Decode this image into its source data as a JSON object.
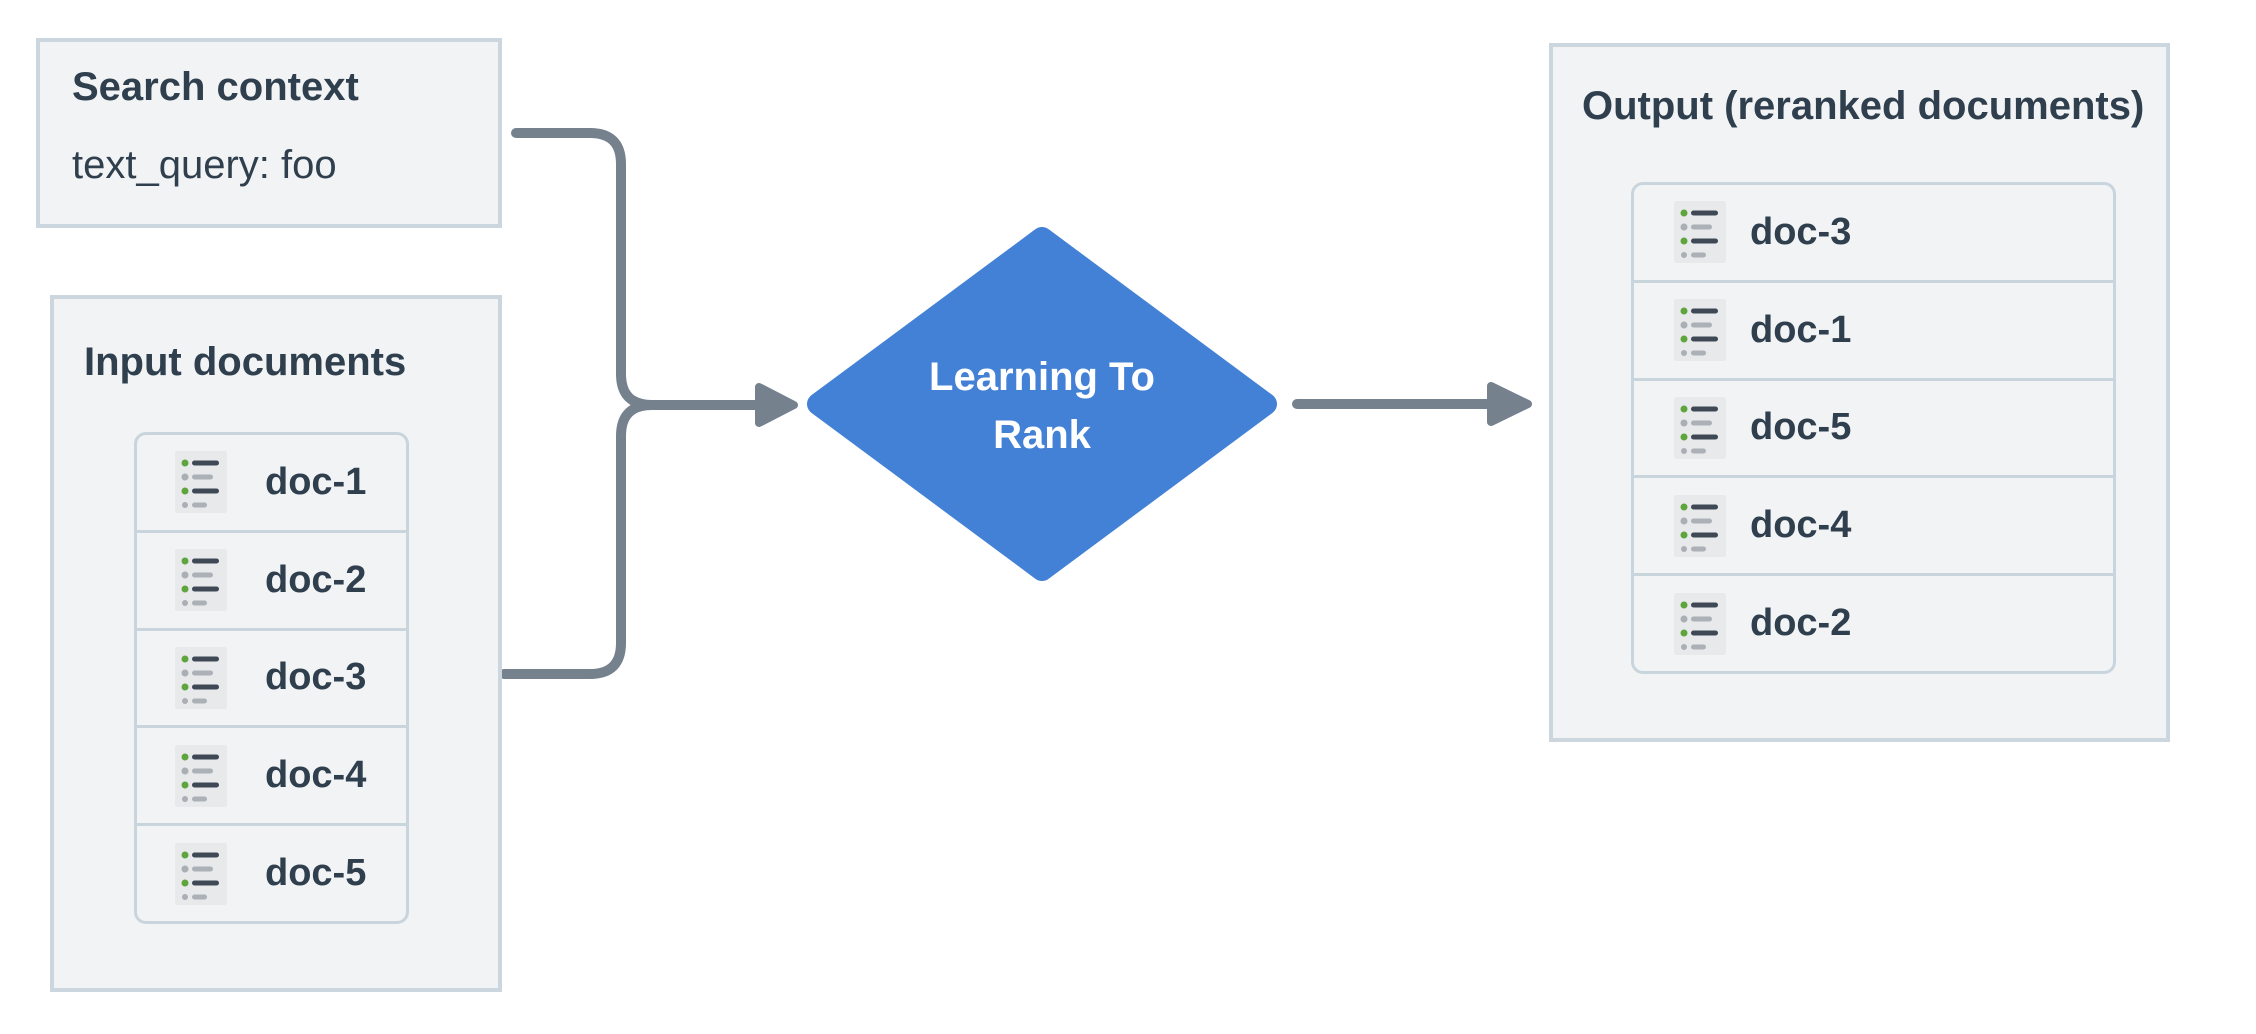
{
  "diagram": {
    "search_context": {
      "title": "Search context",
      "query": "text_query: foo"
    },
    "input_documents": {
      "title": "Input documents",
      "items": [
        "doc-1",
        "doc-2",
        "doc-3",
        "doc-4",
        "doc-5"
      ]
    },
    "processor": {
      "label_line1": "Learning To",
      "label_line2": "Rank"
    },
    "output_documents": {
      "title": "Output (reranked documents)",
      "items": [
        "doc-3",
        "doc-1",
        "doc-5",
        "doc-4",
        "doc-2"
      ]
    },
    "icons": {
      "doc_icon": "document-list-icon"
    },
    "colors": {
      "background": "#ffffff",
      "box_background": "#f2f3f5",
      "box_border": "#ccd6de",
      "list_border": "#c9d5dd",
      "text": "#2f3f4d",
      "processor_blue": "#4381d6",
      "connector_gray": "#76818e",
      "icon_background": "#e8e9ea",
      "icon_bar_dark": "#3f4855",
      "icon_bar_gray": "#abb1b7",
      "icon_dot_green": "#5ea53e",
      "icon_dot_gray": "#a9afb5"
    }
  }
}
